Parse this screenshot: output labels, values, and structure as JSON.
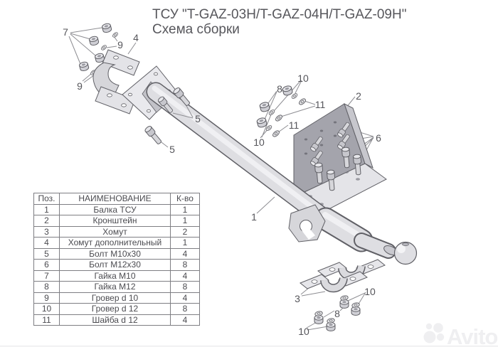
{
  "title": {
    "line1": "ТСУ \"T-GAZ-03H/T-GAZ-04H/T-GAZ-09H\"",
    "line2": "Схема сборки"
  },
  "parts_table": {
    "headers": [
      "Поз.",
      "НАИМЕНОВАНИЕ",
      "К-во"
    ],
    "rows": [
      [
        "1",
        "Балка ТСУ",
        "1"
      ],
      [
        "2",
        "Кронштейн",
        "1"
      ],
      [
        "3",
        "Хомут",
        "2"
      ],
      [
        "4",
        "Хомут дополнительный",
        "1"
      ],
      [
        "5",
        "Болт М10х30",
        "4"
      ],
      [
        "6",
        "Болт М12х30",
        "8"
      ],
      [
        "7",
        "Гайка М10",
        "4"
      ],
      [
        "8",
        "Гайка М12",
        "8"
      ],
      [
        "9",
        "Гровер d 10",
        "4"
      ],
      [
        "10",
        "Гровер d 12",
        "8"
      ],
      [
        "11",
        "Шайба d 12",
        "4"
      ]
    ]
  },
  "callouts": [
    {
      "label": "7"
    },
    {
      "label": "9"
    },
    {
      "label": "9"
    },
    {
      "label": "4"
    },
    {
      "label": "5"
    },
    {
      "label": "5"
    },
    {
      "label": "1"
    },
    {
      "label": "2"
    },
    {
      "label": "6"
    },
    {
      "label": "8"
    },
    {
      "label": "10"
    },
    {
      "label": "11"
    },
    {
      "label": "11"
    },
    {
      "label": "10"
    },
    {
      "label": "3"
    },
    {
      "label": "10"
    },
    {
      "label": "8"
    },
    {
      "label": "10"
    }
  ],
  "watermark": {
    "brand": "Avito"
  },
  "colors": {
    "outline": "#606066",
    "part_light": "#e3e3e7",
    "part_mid": "#cdcdd3",
    "part_dark": "#a4a4ac",
    "text": "#4b4b50",
    "leader": "#8d8d92",
    "watermark": "#efeff1"
  }
}
